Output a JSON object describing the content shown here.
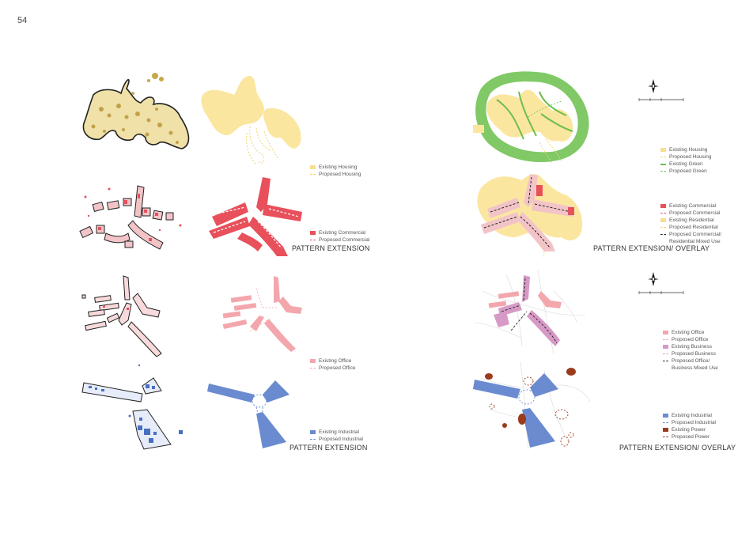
{
  "page_number": "54",
  "colors": {
    "housing": "#f7df8f",
    "housing_texture": "#c8a84a",
    "green": "#6abf4b",
    "commercial": "#e8505b",
    "office": "#f3a7ad",
    "business": "#d79ac6",
    "industrial": "#6b8bd0",
    "power": "#9b3a1c",
    "outline": "#222222"
  },
  "legends": {
    "housing": [
      "Existing Housing",
      "Proposed Housing"
    ],
    "commercial": [
      "Existing Commercial",
      "Proposed Commercial"
    ],
    "office": [
      "Existing Office",
      "Proposed Office"
    ],
    "industrial": [
      "Existing Industrial",
      "Proposed Industrial"
    ],
    "overlay_top_a": [
      "Existing Housing",
      "Proposed Housing",
      "Existing Green",
      "Proposed Green"
    ],
    "overlay_top_b": [
      "Existing Commercial",
      "Proposed Commercial",
      "Existing Residential",
      "Proposed Residential",
      "Proposed Commercial/",
      "Residential Mixed Use"
    ],
    "overlay_bottom_a": [
      "Existing Office",
      "Proposed Office",
      "Existing Business",
      "Proposed Business",
      "Proposed Office/",
      "Business Mixed Use"
    ],
    "overlay_bottom_b": [
      "Existing Industrial",
      "Proposed Industrial",
      "Existing Power",
      "Proposed Power"
    ]
  },
  "captions": {
    "left_top": "PATTERN EXTENSION",
    "left_bottom": "PATTERN EXTENSION",
    "right_top": "PATTERN EXTENSION/ OVERLAY",
    "right_bottom": "PATTERN EXTENSION/ OVERLAY"
  },
  "compass_icon": "north-arrow-icon",
  "scale_icon": "scale-bar-icon"
}
